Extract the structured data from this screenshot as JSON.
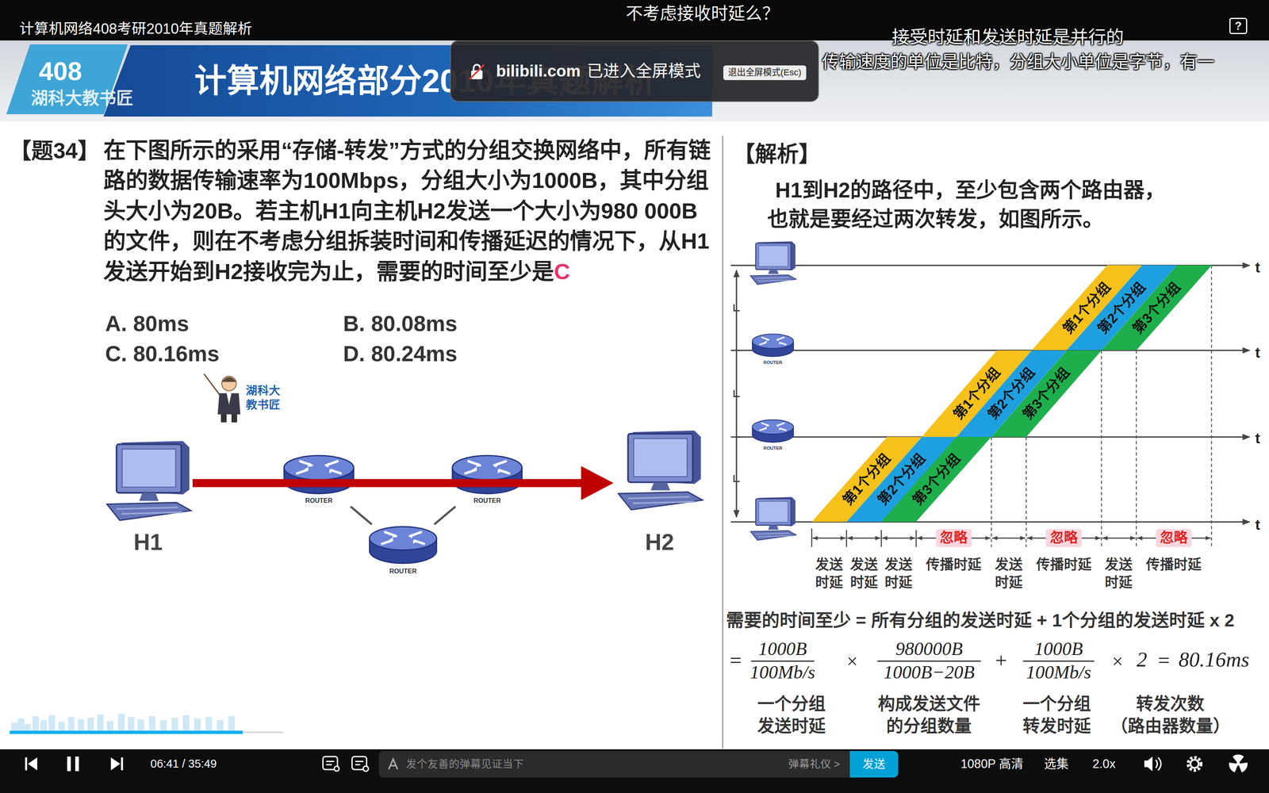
{
  "diagram": {
    "title": "计算机网络408考研2010年真题解析",
    "nodes": [
      {
        "text": [
          "?"
        ]
      },
      {
        "text": [
          "408"
        ]
      },
      {
        "text": [
          "计算机网络部分2010年真题解析"
        ]
      },
      {
        "text": [
          "bilibili.com",
          "已进入全屏模式"
        ]
      },
      {
        "text": [
          "退出全屏模式(Esc)"
        ],
        "in": 3
      },
      {
        "text": [
          "H1"
        ]
      },
      {
        "text": [
          "ROUTER"
        ]
      },
      {
        "text": [
          "ROUTER"
        ]
      },
      {
        "text": [
          "ROUTER"
        ]
      },
      {
        "text": [
          "H2"
        ]
      },
      {
        "text": [
          "ROUTER"
        ]
      },
      {
        "text": [
          "ROUTER"
        ]
      },
      {
        "text": [
          "第1个分组"
        ]
      },
      {
        "text": [
          "第2个分组"
        ]
      },
      {
        "text": [
          "第3个分组"
        ]
      },
      {
        "text": [
          "第1个分组"
        ]
      },
      {
        "text": [
          "第2个分组"
        ]
      },
      {
        "text": [
          "第3个分组"
        ]
      },
      {
        "text": [
          "第1个分组"
        ]
      },
      {
        "text": [
          "第2个分组"
        ]
      },
      {
        "text": [
          "第3个分组"
        ]
      },
      {
        "text": [
          "发个友善的弹幕见证当下",
          "弹幕礼仪 >"
        ]
      },
      {
        "text": [
          "发送"
        ]
      }
    ],
    "edges": [
      {
        "from": 5,
        "to": 9,
        "arrow": "to"
      },
      {
        "from": 6,
        "to": 8,
        "arrow": "none"
      },
      {
        "from": 8,
        "to": 7,
        "arrow": "none"
      }
    ],
    "labels": [
      "不考虑接收时延么？",
      "接受时延和发送时延是并行的",
      "传输速度的单位是比特，分组大小单位是字节，有一",
      "湖科大教书匠",
      "【题34】",
      "在下图所示的采用“存储-转发”方式的分组交换网络中，所有链路的数据传输速率为100Mbps，分组大小为1000B，其中分组头大小为20B。若主机H1向主机H2发送一个大小为980 000B的文件，则在不考虑分组拆装时间和传播延迟的情况下，从H1发送开始到H2接收完为止，需要的时间至少是",
      "C",
      "A. 80ms",
      "B. 80.08ms",
      "C. 80.16ms",
      "D. 80.24ms",
      "湖科大 教书匠",
      "【解析】",
      "H1到H2的路径中，至少包含两个路由器，也就是要经过两次转发，如图所示。",
      "t",
      "t",
      "t",
      "t",
      "发送 时延",
      "发送 时延",
      "发送 时延",
      "忽略",
      "传播时延",
      "发送 时延",
      "忽略",
      "传播时延",
      "发送 时延",
      "忽略",
      "传播时延",
      "需要的时间至少 = 所有分组的发送时延 + 1个分组的发送时延 x 2",
      "=",
      "1000B",
      "100Mb/s",
      "×",
      "980000B",
      "1000B−20B",
      "+",
      "1000B",
      "100Mb/s",
      "×",
      "2",
      "=",
      "80.16ms",
      "一个分组 发送时延",
      "构成发送文件 的分组数量",
      "一个分组 转发时延",
      "转发次数 （路由器数量）",
      "06:41 / 35:49",
      "1080P 高清",
      "选集",
      "2.0x"
    ]
  }
}
